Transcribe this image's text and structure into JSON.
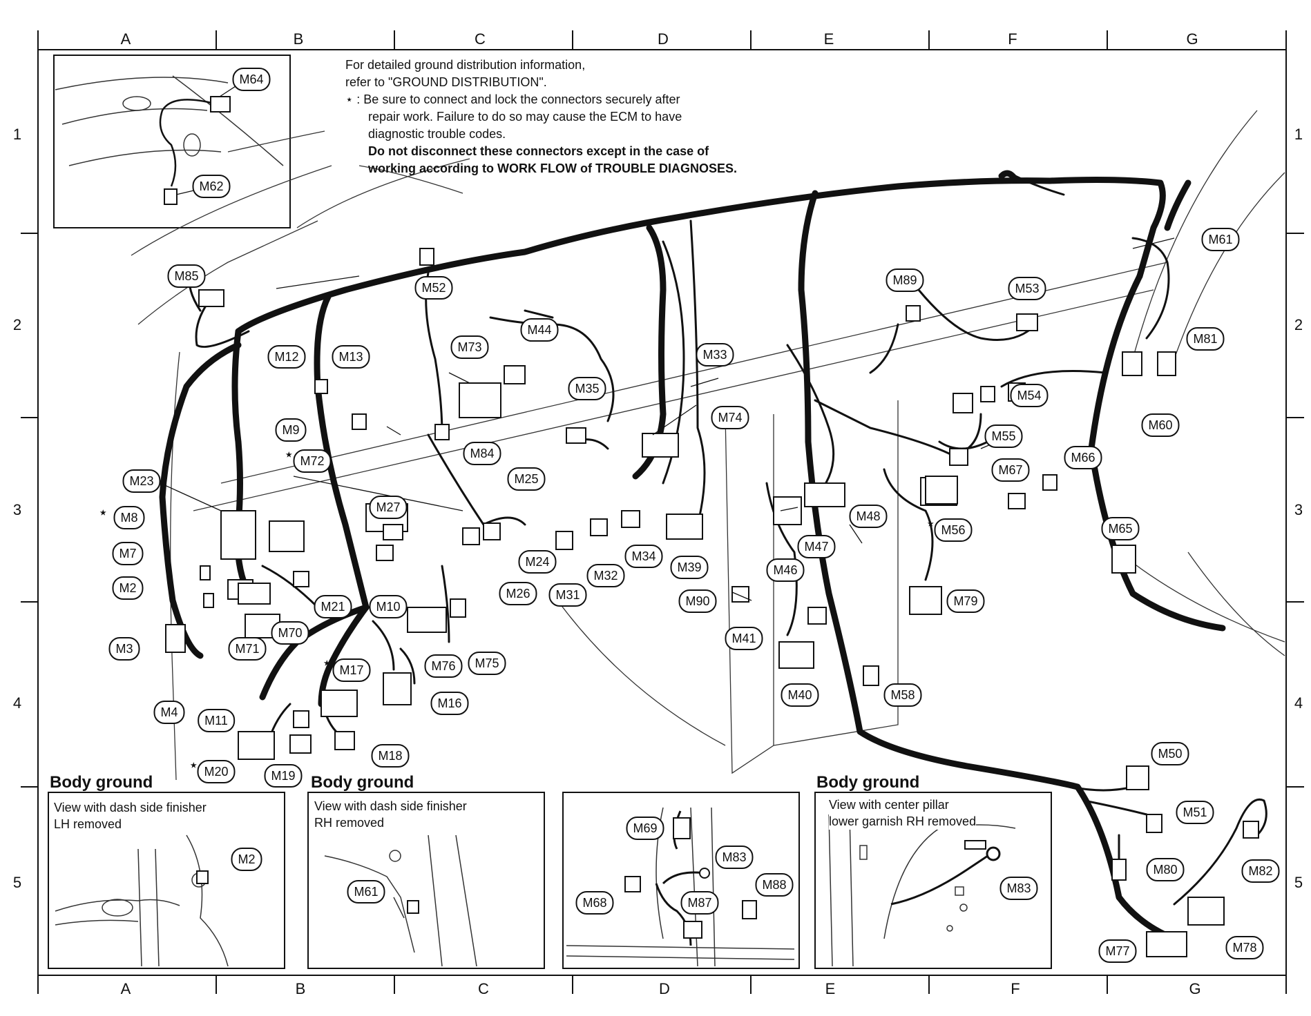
{
  "columns": [
    "A",
    "B",
    "C",
    "D",
    "E",
    "F",
    "G"
  ],
  "rows": [
    "1",
    "2",
    "3",
    "4",
    "5"
  ],
  "note": {
    "line1": "For detailed ground distribution information,",
    "line2": "refer to \"GROUND DISTRIBUTION\".",
    "star_marker": "⋆ :",
    "line3": "Be sure to connect and lock the connectors securely after",
    "line4": "repair work. Failure to do so may cause the ECM to have",
    "line5": "diagnostic trouble codes.",
    "line6": "Do not disconnect these connectors except in the case of",
    "line7": "working according to WORK FLOW of TROUBLE DIAGNOSES."
  },
  "connectors": {
    "M64": "M64",
    "M62": "M62",
    "M85": "M85",
    "M52": "M52",
    "M89": "M89",
    "M53": "M53",
    "M61": "M61",
    "M81": "M81",
    "M60": "M60",
    "M12": "M12",
    "M13": "M13",
    "M73": "M73",
    "M44": "M44",
    "M33": "M33",
    "M35": "M35",
    "M54": "M54",
    "M9": "M9",
    "M72": "M72",
    "M84": "M84",
    "M74": "M74",
    "M55": "M55",
    "M67": "M67",
    "M66": "M66",
    "M23": "M23",
    "M25": "M25",
    "M8": "M8",
    "M27": "M27",
    "M48": "M48",
    "M56": "M56",
    "M65": "M65",
    "M7": "M7",
    "M24": "M24",
    "M34": "M34",
    "M39": "M39",
    "M47": "M47",
    "M32": "M32",
    "M46": "M46",
    "M2": "M2",
    "M21": "M21",
    "M10": "M10",
    "M26": "M26",
    "M31": "M31",
    "M90": "M90",
    "M79": "M79",
    "M70": "M70",
    "M71": "M71",
    "M3": "M3",
    "M41": "M41",
    "M76": "M76",
    "M75": "M75",
    "M17": "M17",
    "M16": "M16",
    "M40": "M40",
    "M58": "M58",
    "M4": "M4",
    "M11": "M11",
    "M18": "M18",
    "M50": "M50",
    "M20": "M20",
    "M19": "M19",
    "M51": "M51",
    "M2b": "M2",
    "M61b": "M61",
    "M69": "M69",
    "M83a": "M83",
    "M88": "M88",
    "M68": "M68",
    "M87": "M87",
    "M83b": "M83",
    "M80": "M80",
    "M82": "M82",
    "M77": "M77",
    "M78": "M78"
  },
  "stars": [
    "⋆",
    "⋆",
    "⋆",
    "⋆",
    "⋆"
  ],
  "insets": {
    "body_ground_1_title": "Body ground",
    "body_ground_1_caption_1": "View with dash side finisher",
    "body_ground_1_caption_2": "LH removed",
    "body_ground_2_title": "Body ground",
    "body_ground_2_caption_1": "View with dash side finisher",
    "body_ground_2_caption_2": "RH removed",
    "body_ground_3_title": "Body ground",
    "body_ground_3_caption_1": "View with center pillar",
    "body_ground_3_caption_2": "lower garnish RH removed"
  }
}
